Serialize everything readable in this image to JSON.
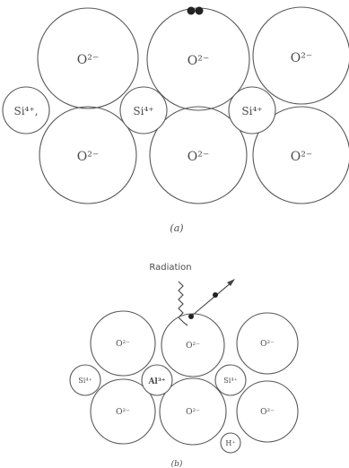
{
  "panel_a": {
    "caption": "(a)",
    "oxygen_label": "O²⁻",
    "silicon_labels": [
      "Si⁴⁺,",
      "Si⁴⁺",
      "Si⁴⁺"
    ]
  },
  "panel_b": {
    "caption": "(b)",
    "radiation_label": "Radiation",
    "oxygen_label": "O²⁻",
    "silicon_label": "Si⁴⁺",
    "aluminum_label": "Al³⁺",
    "hydrogen_label": "H⁺"
  },
  "colors": {
    "ion_outline": "#5a5a5a",
    "electron": "#222222",
    "text": "#4a4a4a"
  }
}
